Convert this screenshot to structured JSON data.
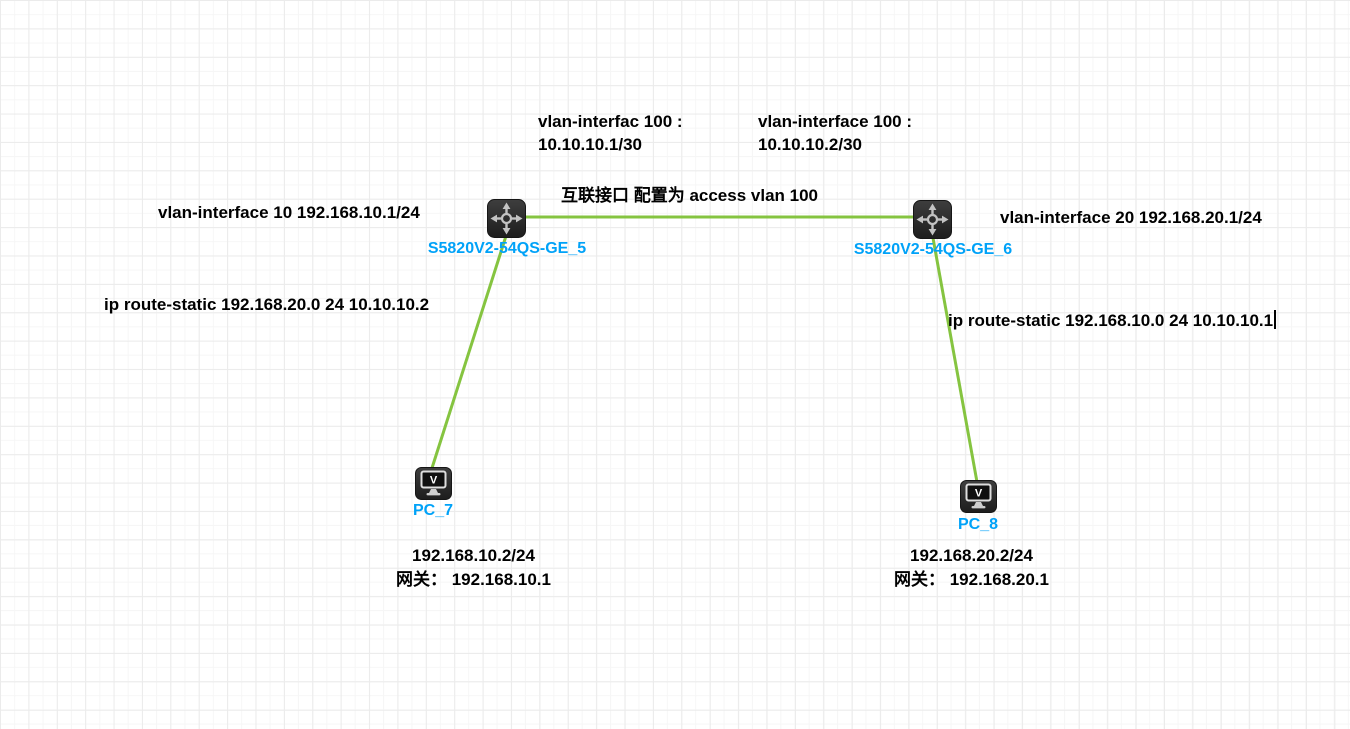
{
  "canvas": {
    "link_color": "#85c440",
    "device_label_color": "#00a2f8",
    "grid_minor_color": "#f6f6f6",
    "grid_major_color": "#ebebeb",
    "background_color": "#ffffff"
  },
  "icons": {
    "switch": "four-way-arrows-icon",
    "pc": "monitor-icon",
    "pc_glyph": "V"
  },
  "devices": {
    "switch5": {
      "label": "S5820V2-54QS-GE_5",
      "type": "switch"
    },
    "switch6": {
      "label": "S5820V2-54QS-GE_6",
      "type": "switch"
    },
    "pc7": {
      "label": "PC_7",
      "type": "pc"
    },
    "pc8": {
      "label": "PC_8",
      "type": "pc"
    }
  },
  "links": [
    {
      "from": "switch5",
      "to": "switch6"
    },
    {
      "from": "switch5",
      "to": "pc7"
    },
    {
      "from": "switch6",
      "to": "pc8"
    }
  ],
  "annotations": {
    "vlan100_left": {
      "line1": "vlan-interfac 100 :",
      "line2": "10.10.10.1/30"
    },
    "vlan100_right": {
      "line1": "vlan-interface 100 :",
      "line2": "10.10.10.2/30"
    },
    "interlink_note": "互联接口 配置为 access vlan 100",
    "svi_left": "vlan-interface 10 192.168.10.1/24",
    "svi_right": "vlan-interface 20 192.168.20.1/24",
    "route_left": "ip route-static 192.168.20.0 24 10.10.10.2",
    "route_right": "ip route-static 192.168.10.0 24 10.10.10.1",
    "pc7_info": {
      "line1": "192.168.10.2/24",
      "line2": "网关： 192.168.10.1"
    },
    "pc8_info": {
      "line1": "192.168.20.2/24",
      "line2": "网关： 192.168.20.1"
    }
  }
}
